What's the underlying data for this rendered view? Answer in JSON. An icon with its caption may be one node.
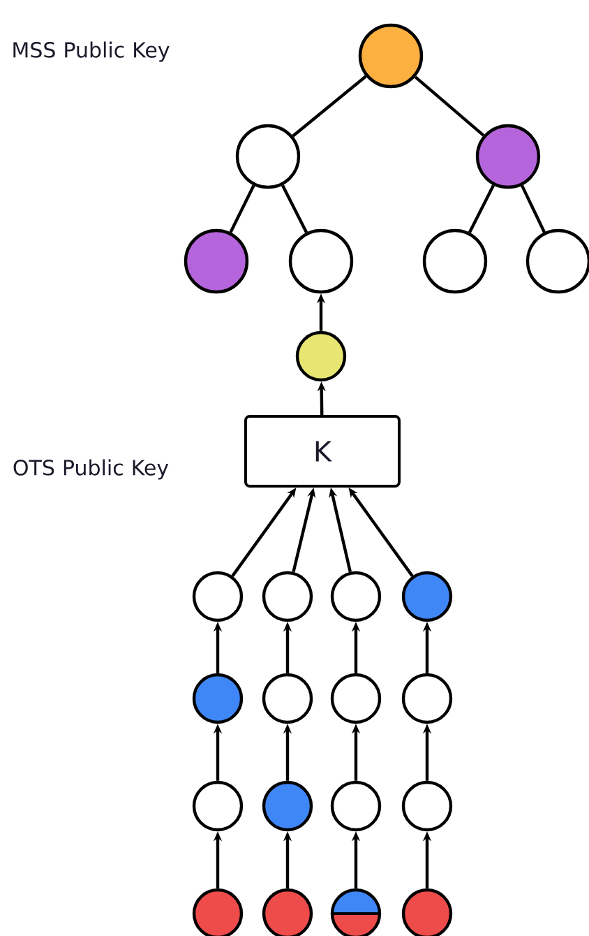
{
  "diagram": {
    "nodes": [
      {
        "text": [],
        "shape": "circle"
      },
      {
        "text": [],
        "shape": "circle"
      },
      {
        "text": [],
        "shape": "circle"
      },
      {
        "text": [],
        "shape": "circle"
      },
      {
        "text": [],
        "shape": "circle"
      },
      {
        "text": [],
        "shape": "circle"
      },
      {
        "text": [],
        "shape": "circle"
      },
      {
        "text": [],
        "shape": "circle"
      },
      {
        "text": [
          "K"
        ]
      },
      {
        "text": [],
        "shape": "circle"
      },
      {
        "text": [],
        "shape": "circle"
      },
      {
        "text": [],
        "shape": "circle"
      },
      {
        "text": [],
        "shape": "circle"
      },
      {
        "text": [],
        "shape": "circle"
      },
      {
        "text": [],
        "shape": "circle"
      },
      {
        "text": [],
        "shape": "circle"
      },
      {
        "text": [],
        "shape": "circle"
      },
      {
        "text": [],
        "shape": "circle"
      },
      {
        "text": [],
        "shape": "circle"
      },
      {
        "text": [],
        "shape": "circle"
      },
      {
        "text": [],
        "shape": "circle"
      },
      {
        "text": [],
        "shape": "circle"
      },
      {
        "text": [],
        "shape": "circle"
      },
      {
        "text": [],
        "shape": "circle"
      },
      {
        "text": [],
        "shape": "circle"
      }
    ],
    "edges": [
      {
        "from": 0,
        "to": 1,
        "arrow": "none"
      },
      {
        "from": 0,
        "to": 2,
        "arrow": "none"
      },
      {
        "from": 1,
        "to": 3,
        "arrow": "none"
      },
      {
        "from": 1,
        "to": 4,
        "arrow": "none"
      },
      {
        "from": 2,
        "to": 5,
        "arrow": "none"
      },
      {
        "from": 2,
        "to": 6,
        "arrow": "none"
      },
      {
        "from": 7,
        "to": 4,
        "arrow": "to"
      },
      {
        "from": 8,
        "to": 7,
        "arrow": "to"
      },
      {
        "from": 9,
        "to": 8,
        "arrow": "to"
      },
      {
        "from": 10,
        "to": 8,
        "arrow": "to"
      },
      {
        "from": 11,
        "to": 8,
        "arrow": "to"
      },
      {
        "from": 12,
        "to": 8,
        "arrow": "to"
      },
      {
        "from": 13,
        "to": 9,
        "arrow": "to"
      },
      {
        "from": 14,
        "to": 10,
        "arrow": "to"
      },
      {
        "from": 15,
        "to": 11,
        "arrow": "to"
      },
      {
        "from": 16,
        "to": 12,
        "arrow": "to"
      },
      {
        "from": 17,
        "to": 13,
        "arrow": "to"
      },
      {
        "from": 18,
        "to": 14,
        "arrow": "to"
      },
      {
        "from": 19,
        "to": 15,
        "arrow": "to"
      },
      {
        "from": 20,
        "to": 16,
        "arrow": "to"
      },
      {
        "from": 21,
        "to": 17,
        "arrow": "to"
      },
      {
        "from": 22,
        "to": 18,
        "arrow": "to"
      },
      {
        "from": 23,
        "to": 19,
        "arrow": "to"
      },
      {
        "from": 24,
        "to": 20,
        "arrow": "to"
      }
    ],
    "labels": [
      "MSS Public Key",
      "OTS Public Key"
    ]
  }
}
